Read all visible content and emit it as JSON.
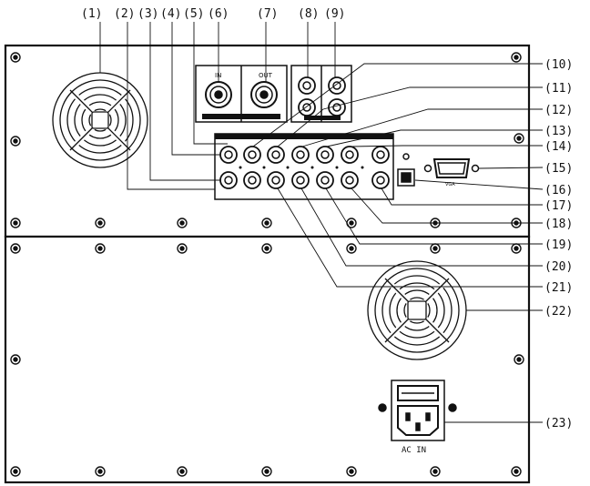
{
  "callouts": {
    "c1": "(1)",
    "c2": "(2)",
    "c3": "(3)",
    "c4": "(4)",
    "c5": "(5)",
    "c6": "(6)",
    "c7": "(7)",
    "c8": "(8)",
    "c9": "(9)",
    "c10": "(10)",
    "c11": "(11)",
    "c12": "(12)",
    "c13": "(13)",
    "c14": "(14)",
    "c15": "(15)",
    "c16": "(16)",
    "c17": "(17)",
    "c18": "(18)",
    "c19": "(19)",
    "c20": "(20)",
    "c21": "(21)",
    "c22": "(22)",
    "c23": "(23)"
  },
  "panel_labels": {
    "big_in": "IN",
    "big_out": "OUT",
    "vga": "VGA",
    "ac_in": "AC IN"
  }
}
